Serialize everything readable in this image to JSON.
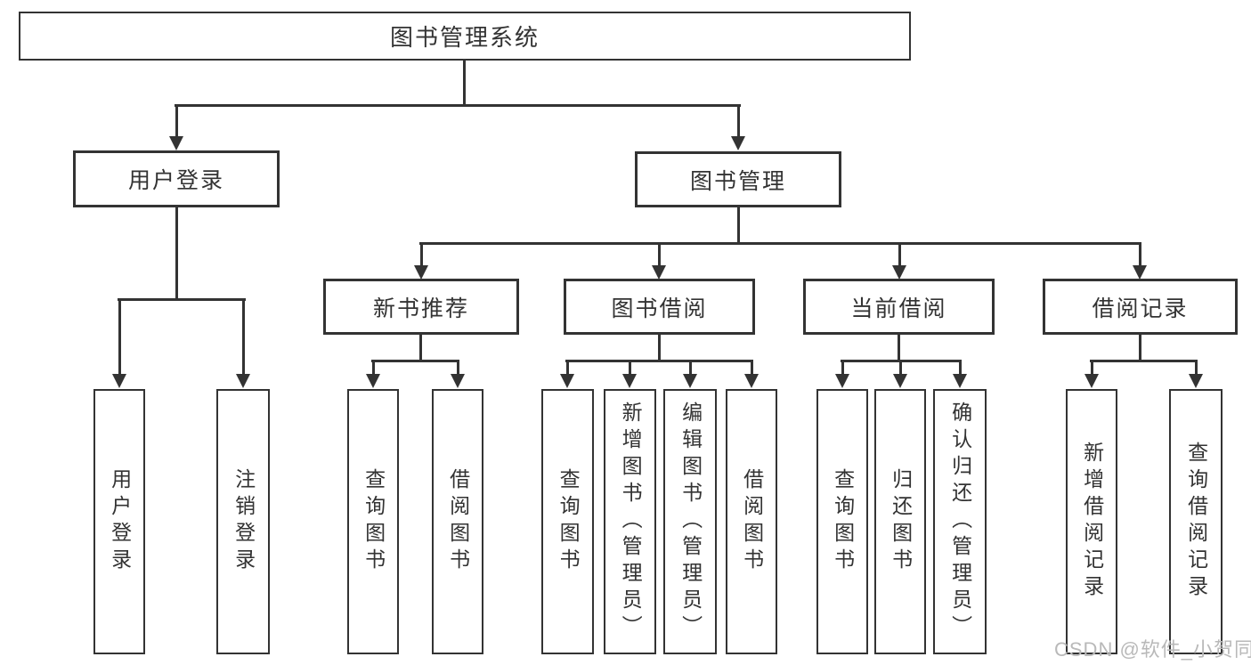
{
  "root": {
    "label": "图书管理系统",
    "children": [
      {
        "label": "用户登录",
        "children": [
          {
            "label": "用户登录"
          },
          {
            "label": "注销登录"
          }
        ]
      },
      {
        "label": "图书管理",
        "children": [
          {
            "label": "新书推荐",
            "children": [
              {
                "label": "查询图书"
              },
              {
                "label": "借阅图书"
              }
            ]
          },
          {
            "label": "图书借阅",
            "children": [
              {
                "label": "查询图书"
              },
              {
                "label": "新增图书（管理员）"
              },
              {
                "label": "编辑图书（管理员）"
              },
              {
                "label": "借阅图书"
              }
            ]
          },
          {
            "label": "当前借阅",
            "children": [
              {
                "label": "查询图书"
              },
              {
                "label": "归还图书"
              },
              {
                "label": "确认归还（管理员）"
              }
            ]
          },
          {
            "label": "借阅记录",
            "children": [
              {
                "label": "新增借阅记录"
              },
              {
                "label": "查询借阅记录"
              }
            ]
          }
        ]
      }
    ]
  },
  "watermark": "CSDN @软件_小贺同学",
  "colors": {
    "line": "#333333",
    "text": "#333333",
    "background": "#ffffff",
    "watermark": "#b9b9b9"
  }
}
